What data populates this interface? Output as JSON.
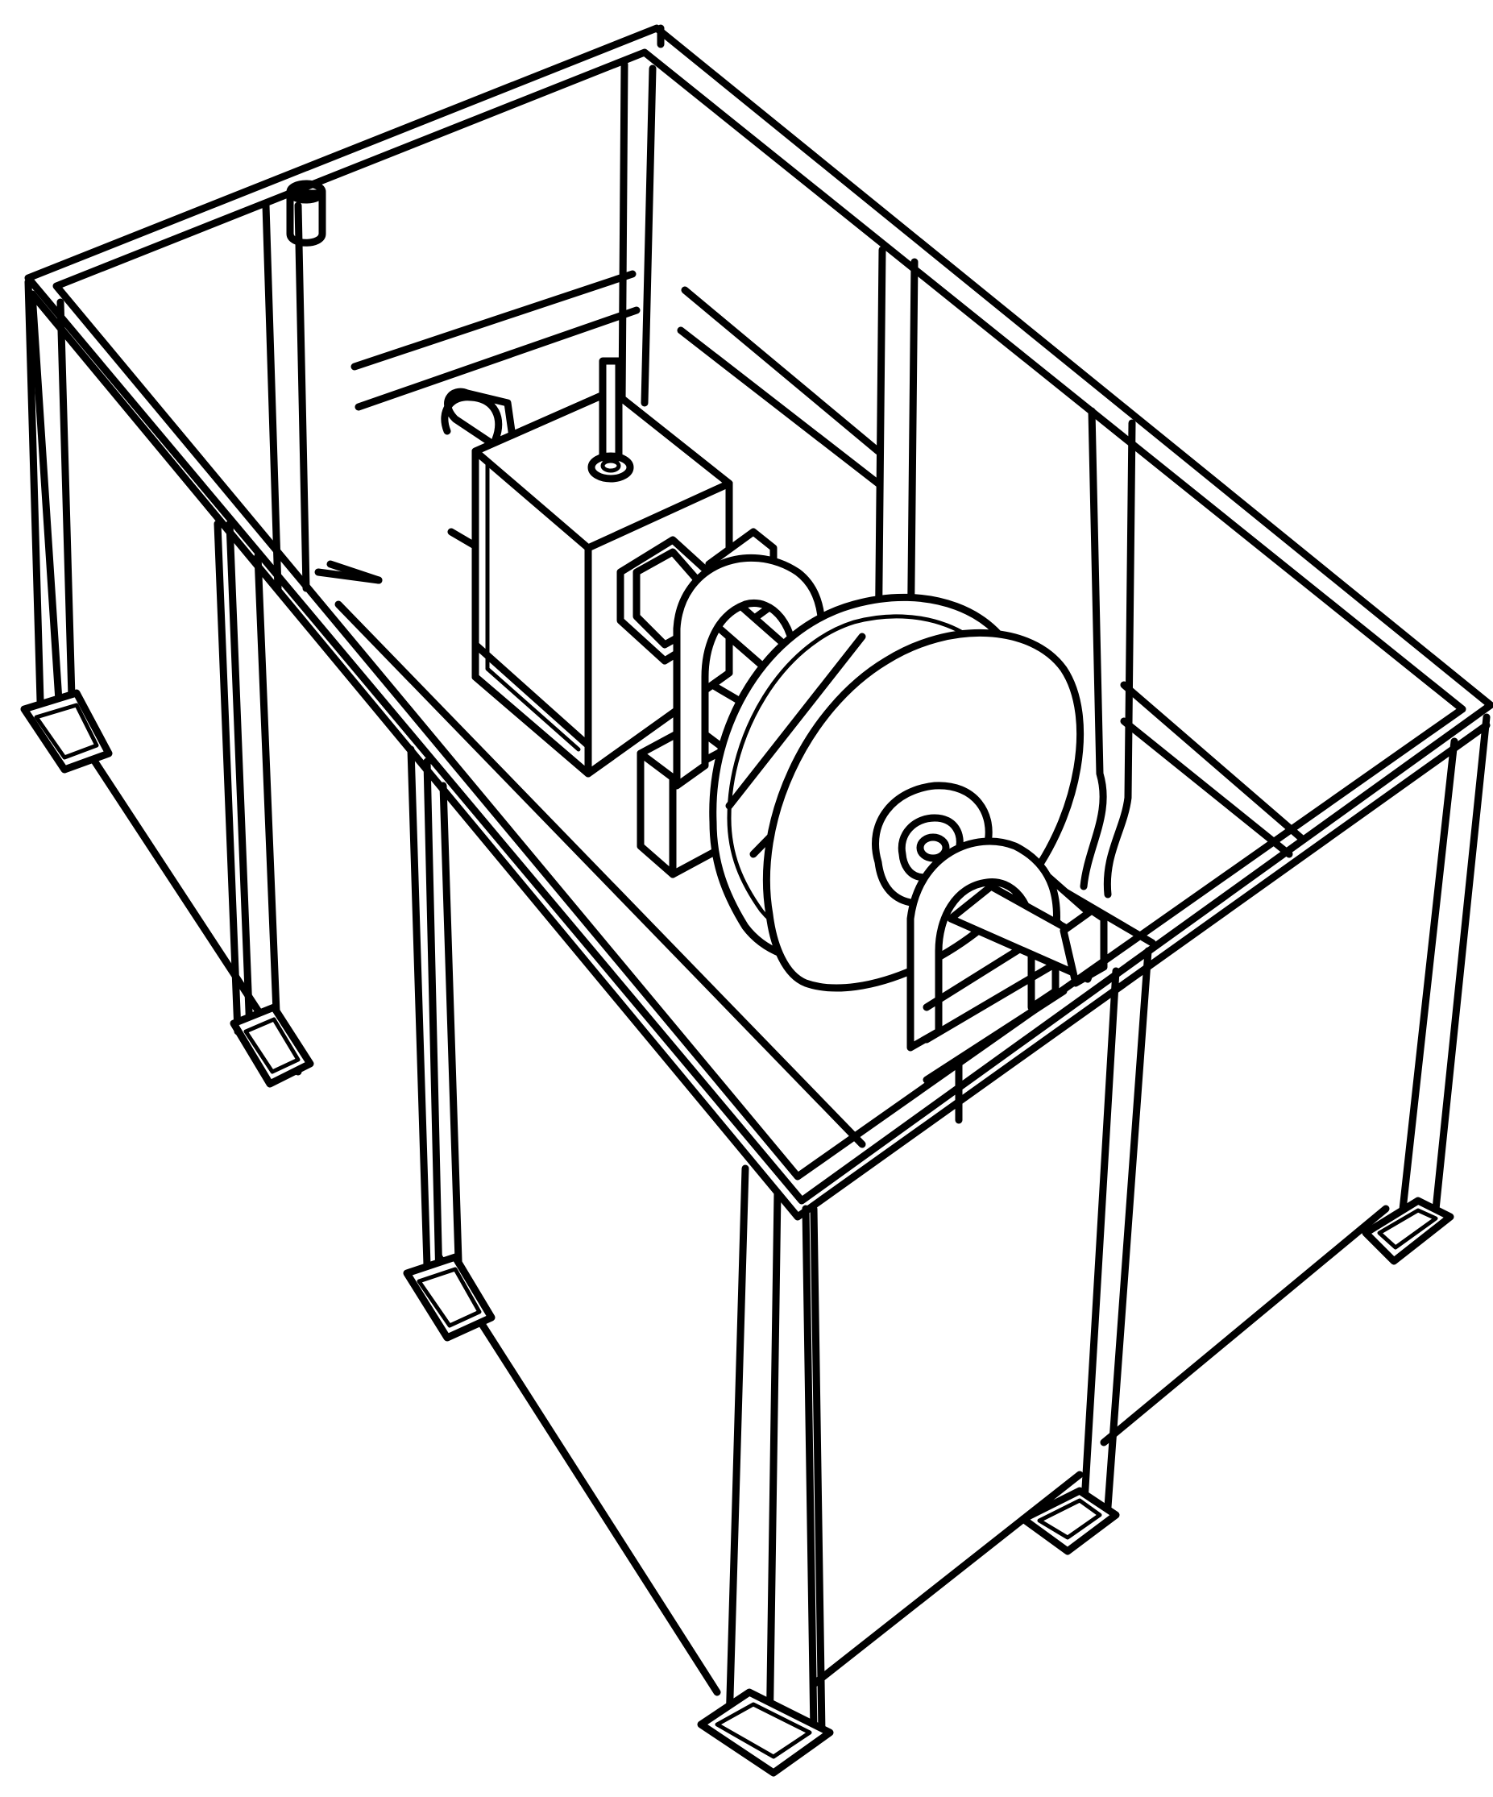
{
  "figure": {
    "description_visible_text": "",
    "colors": {
      "line": "#000000",
      "background": "#ffffff"
    },
    "parts": [
      "enclosure-frame",
      "corner-post",
      "mounting-foot",
      "skid-base",
      "control-box",
      "antenna-rod",
      "motor-housing",
      "shaft-coupling",
      "pillow-block-bearing",
      "cable-reel",
      "reel-drum",
      "output-shaft",
      "cylinder-fitting"
    ]
  }
}
